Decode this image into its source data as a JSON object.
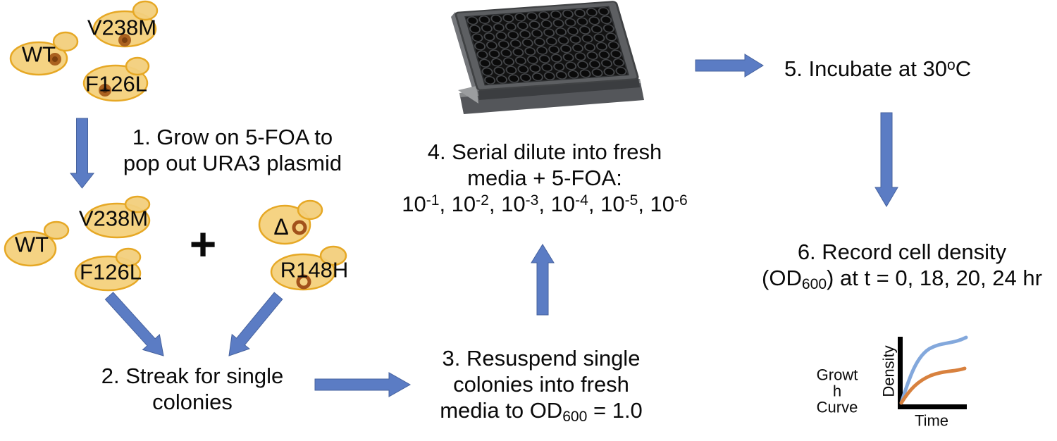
{
  "cells": {
    "group1": {
      "wt": "WT",
      "v238m": "V238M",
      "f126l": "F126L"
    },
    "plus_sign": "+",
    "group2": {
      "wt": "WT",
      "v238m": "V238M",
      "f126l": "F126L",
      "delta": "Δ",
      "r148h": "R148H"
    }
  },
  "steps": {
    "s1": {
      "line1": "1. Grow on 5-FOA to",
      "line2": "pop out URA3 plasmid"
    },
    "s2": {
      "line1": "2. Streak for single",
      "line2": "colonies"
    },
    "s3": {
      "line1": "3. Resuspend single",
      "line2": "colonies into fresh",
      "line3_pre": "media to OD",
      "line3_sub": "600",
      "line3_post": " = 1.0"
    },
    "s4": {
      "line1": "4. Serial dilute into fresh",
      "line2": "media + 5-FOA:",
      "base": "10",
      "exponents": [
        "-1",
        "-2",
        "-3",
        "-4",
        "-5",
        "-6"
      ],
      "sep": ", "
    },
    "s5": {
      "pre": "5. Incubate at 30",
      "sup": "o",
      "post": "C"
    },
    "s6": {
      "line1": "6. Record cell density",
      "line2_pre": "(OD",
      "line2_sub": "600",
      "line2_post": ") at t = 0, 18, 20, 24 hr"
    }
  },
  "growth_chart": {
    "label_line1": "Growt",
    "label_line2": "h",
    "label_line3": "Curve",
    "ylabel": "Density",
    "xlabel": "Time",
    "series": [
      {
        "name": "higher-density-curve",
        "color": "#83a8dc"
      },
      {
        "name": "lower-density-curve",
        "color": "#d8813e"
      }
    ]
  },
  "colors": {
    "arrow_blue": "#5b7cc4",
    "cell_fill": "#f5d383",
    "cell_border": "#e6a825",
    "plasmid_brown": "#aa611f",
    "text": "#0a0a0a"
  }
}
